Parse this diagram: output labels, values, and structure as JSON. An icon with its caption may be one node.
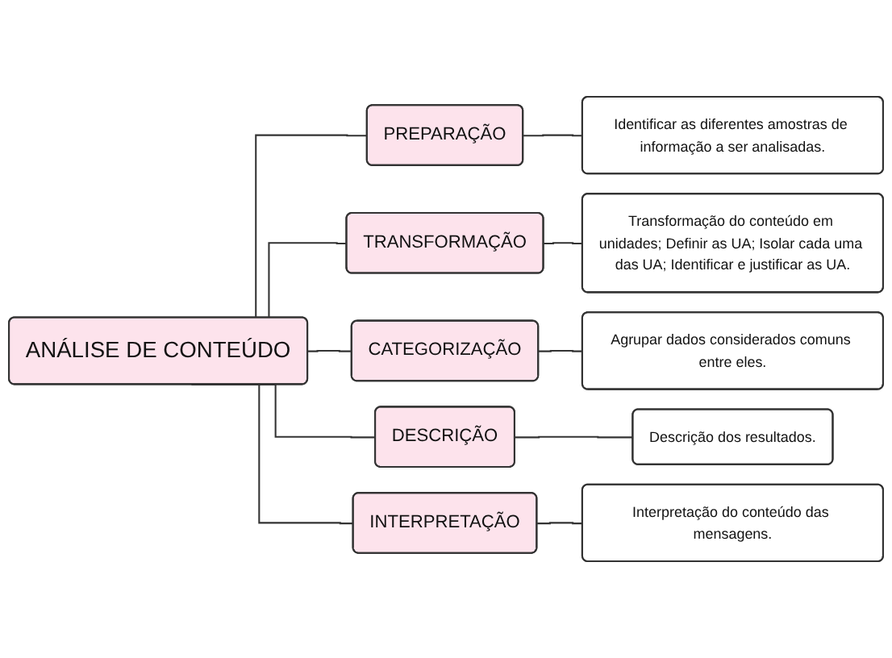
{
  "diagram": {
    "nodes": [
      {
        "text": [
          "ANÁLISE DE CONTEÚDO"
        ]
      },
      {
        "text": [
          "PREPARAÇÃO"
        ]
      },
      {
        "text": [
          "Identificar as diferentes amostras de informação a ser analisadas."
        ]
      },
      {
        "text": [
          "TRANSFORMAÇÃO"
        ]
      },
      {
        "text": [
          "Transformação do conteúdo em unidades; Definir as UA; Isolar cada uma das UA; Identificar e justificar as UA."
        ]
      },
      {
        "text": [
          "CATEGORIZAÇÃO"
        ]
      },
      {
        "text": [
          "Agrupar dados considerados comuns entre eles."
        ]
      },
      {
        "text": [
          "DESCRIÇÃO"
        ]
      },
      {
        "text": [
          "Descrição dos resultados."
        ]
      },
      {
        "text": [
          "INTERPRETAÇÃO"
        ]
      },
      {
        "text": [
          "Interpretação do conteúdo das mensagens."
        ]
      }
    ],
    "edges": [
      {
        "from": 0,
        "to": 1,
        "arrow": "none"
      },
      {
        "from": 1,
        "to": 2,
        "arrow": "none"
      },
      {
        "from": 0,
        "to": 3,
        "arrow": "none"
      },
      {
        "from": 3,
        "to": 4,
        "arrow": "none"
      },
      {
        "from": 0,
        "to": 5,
        "arrow": "none"
      },
      {
        "from": 5,
        "to": 6,
        "arrow": "none"
      },
      {
        "from": 0,
        "to": 7,
        "arrow": "none"
      },
      {
        "from": 7,
        "to": 8,
        "arrow": "none"
      },
      {
        "from": 0,
        "to": 9,
        "arrow": "none"
      },
      {
        "from": 9,
        "to": 10,
        "arrow": "none"
      }
    ]
  }
}
